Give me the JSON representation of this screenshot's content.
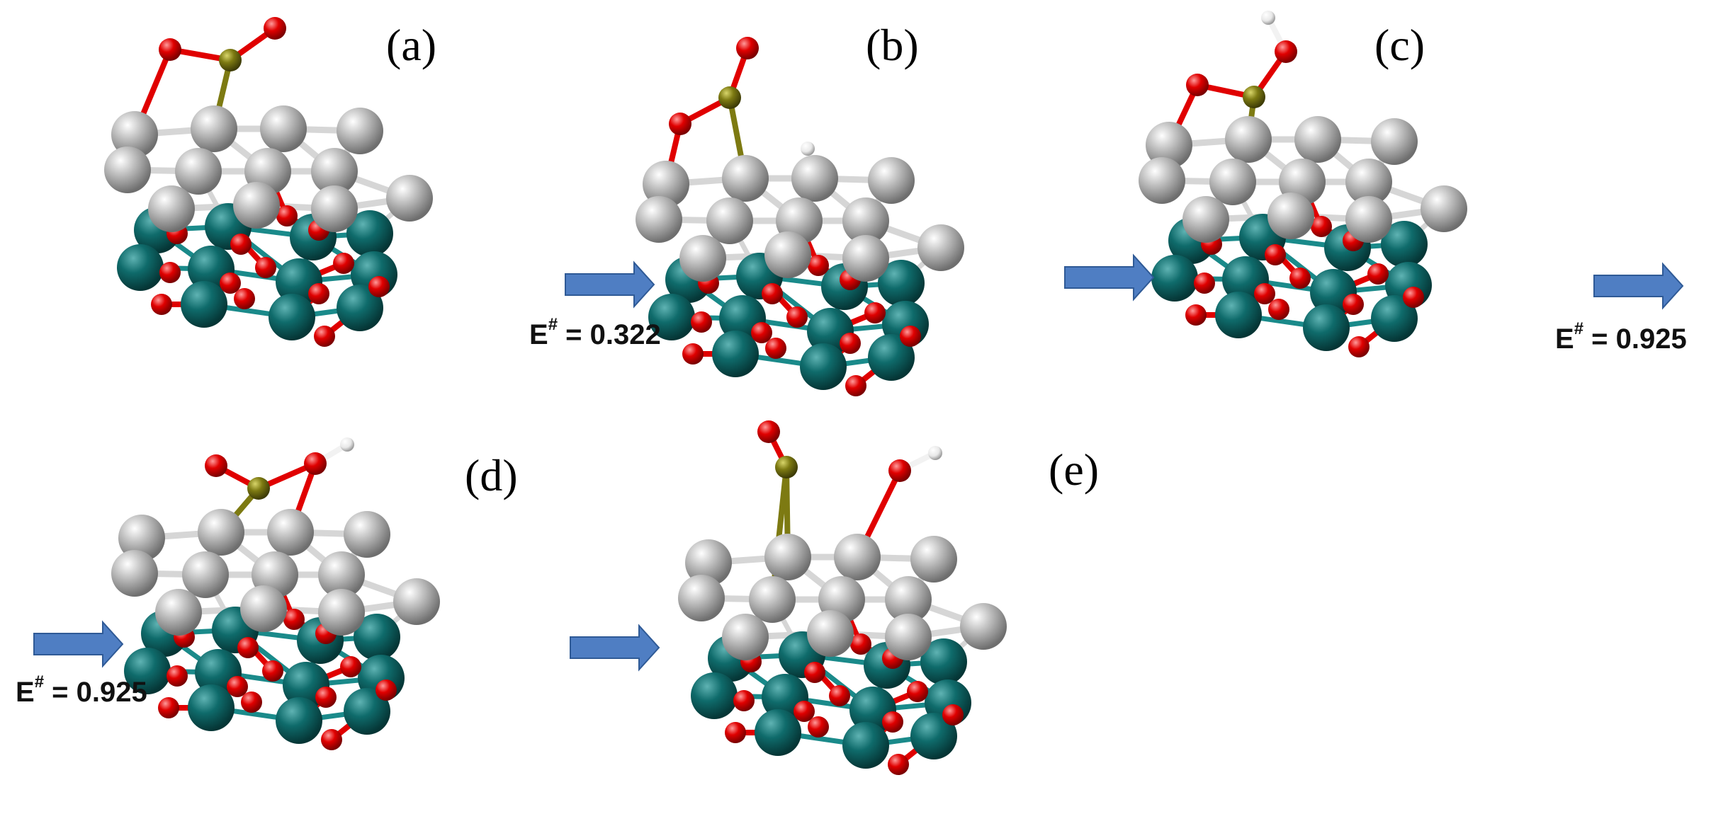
{
  "panels": [
    {
      "id": "a",
      "label": "(a)"
    },
    {
      "id": "b",
      "label": "(b)"
    },
    {
      "id": "c",
      "label": "(c)"
    },
    {
      "id": "d",
      "label": "(d)"
    },
    {
      "id": "e",
      "label": "(e)"
    }
  ],
  "barriers": [
    {
      "symbol": "E",
      "sup": "#",
      "text": " = 0.322"
    },
    {
      "symbol": "E",
      "sup": "#",
      "text": " = 0.925"
    },
    {
      "symbol": "E",
      "sup": "#",
      "text": " = 0.925"
    }
  ],
  "colors": {
    "metal": "#0f6b6b",
    "carbon": "#c4c4c4",
    "oxygen": "#e00000",
    "sulfur": "#7d7a12",
    "hydrogen": "#f2f2f2",
    "arrow": "#4f7ec3",
    "metal_bond": "#1a8a8a",
    "carbon_bond": "#d6d6d6"
  }
}
